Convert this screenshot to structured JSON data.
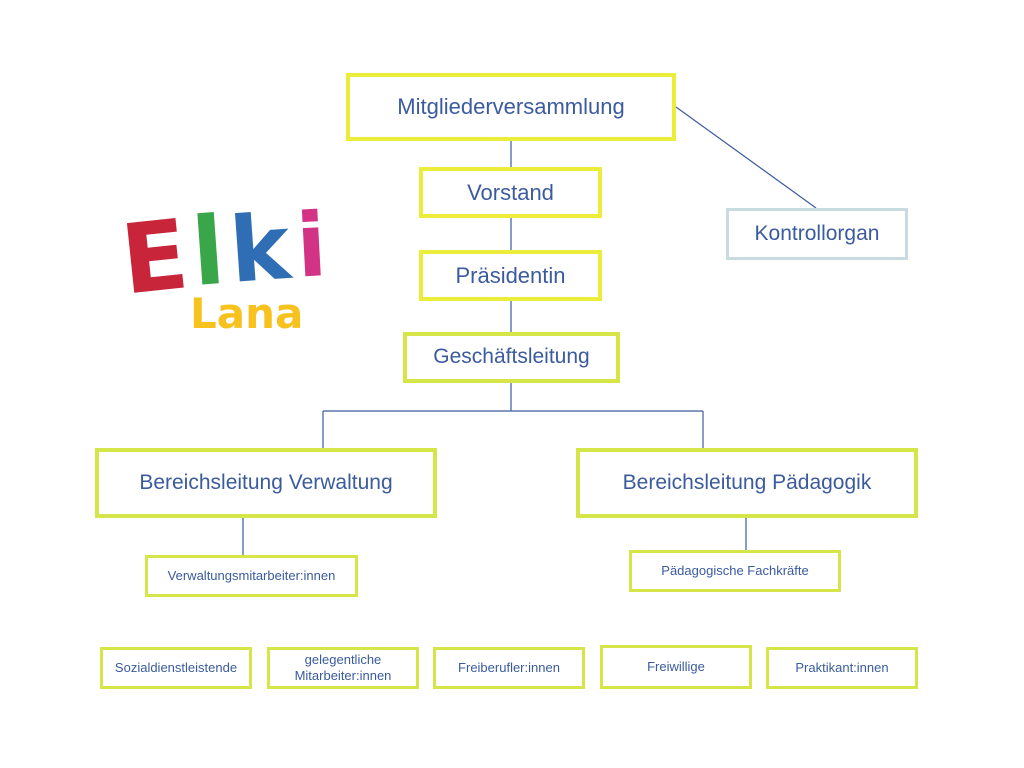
{
  "colors": {
    "text": "#3b5b9e",
    "line": "#3b5b9e",
    "box_border_yellow": "#ecec3a",
    "box_border_lime": "#d6e548",
    "box_border_control": "#c8dbe0"
  },
  "logo": {
    "letters": [
      "E",
      "l",
      "k",
      "i"
    ],
    "letter_colors": [
      "#c8243a",
      "#3aa64a",
      "#2f6db5",
      "#d23384"
    ],
    "subtitle": "Lana",
    "subtitle_color": "#f7c21e"
  },
  "nodes": {
    "mitgliederversammlung": "Mitgliederversammlung",
    "vorstand": "Vorstand",
    "praesidentin": "Präsidentin",
    "geschaeftsleitung": "Geschäftsleitung",
    "kontrollorgan": "Kontrollorgan",
    "bereich_verwaltung": "Bereichsleitung Verwaltung",
    "bereich_paedagogik": "Bereichsleitung Pädagogik",
    "verwaltungsmitarbeiter": "Verwaltungsmitarbeiter:innen",
    "paedagogische_fachkraefte": "Pädagogische Fachkräfte",
    "sozialdienstleistende": "Sozialdienstleistende",
    "gelegentliche_mitarbeiter_line1": "gelegentliche",
    "gelegentliche_mitarbeiter_line2": "Mitarbeiter:innen",
    "freiberufler": "Freiberufler:innen",
    "freiwillige": "Freiwillige",
    "praktikanten": "Praktikant:innen"
  }
}
